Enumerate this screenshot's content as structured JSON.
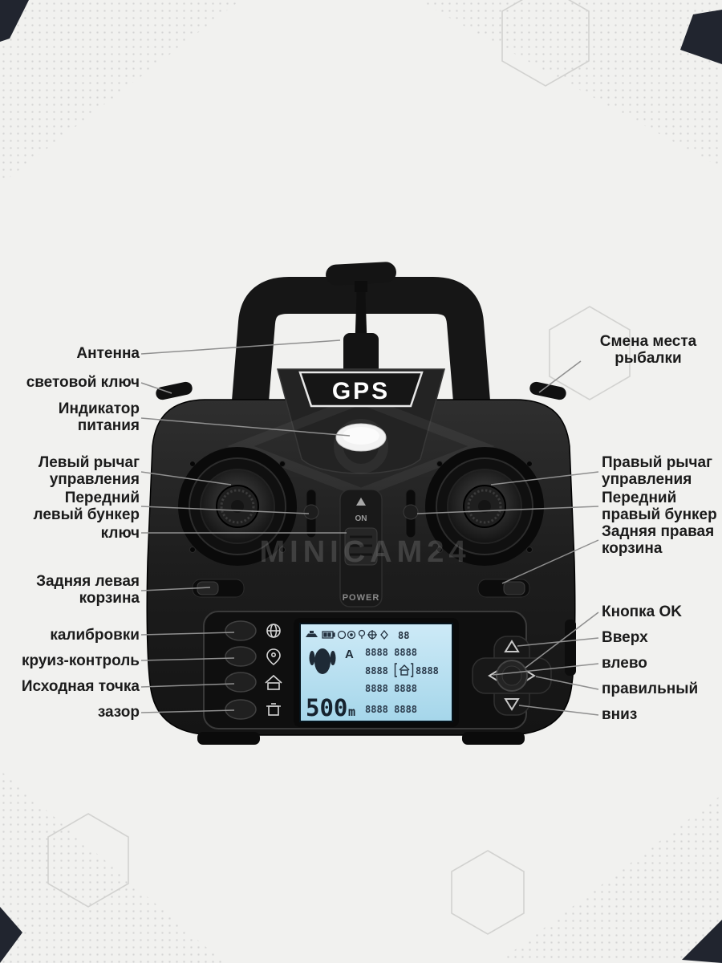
{
  "watermark": {
    "text": "MINICAM24"
  },
  "device": {
    "brand": "GPS",
    "switch_on": "ON",
    "switch_power": "POWER",
    "lcd": {
      "status_digits": "88",
      "mode": "A",
      "distance_value": "500",
      "distance_unit": "m",
      "seg_row1": "8888 8888",
      "seg_row2a": "8888",
      "seg_row2b": "8888",
      "seg_row3": "8888 8888",
      "seg_row4": "8888 8888"
    }
  },
  "labels": {
    "left": [
      {
        "id": "antenna",
        "text": "Антенна"
      },
      {
        "id": "light-key",
        "text": "световой ключ"
      },
      {
        "id": "power-indicator",
        "text": "Индикатор\nпитания"
      },
      {
        "id": "left-stick",
        "text": "Левый рычаг\nуправления"
      },
      {
        "id": "front-left-hopper",
        "text": "Передний\nлевый бункер"
      },
      {
        "id": "key",
        "text": "ключ"
      },
      {
        "id": "rear-left-basket",
        "text": "Задняя левая\nкорзина"
      },
      {
        "id": "calibration",
        "text": "калибровки"
      },
      {
        "id": "cruise-control",
        "text": "круиз-контроль"
      },
      {
        "id": "home-point",
        "text": "Исходная точка"
      },
      {
        "id": "gap",
        "text": "зазор"
      }
    ],
    "right": [
      {
        "id": "change-fishing-spot",
        "text": "Смена места\nрыбалки"
      },
      {
        "id": "right-stick",
        "text": "Правый рычаг\nуправления"
      },
      {
        "id": "front-right-hopper",
        "text": "Передний\nправый бункер"
      },
      {
        "id": "rear-right-basket",
        "text": "Задняя правая\nкорзина"
      },
      {
        "id": "ok-button",
        "text": "Кнопка OK"
      },
      {
        "id": "up",
        "text": "Вверх"
      },
      {
        "id": "left",
        "text": "влево"
      },
      {
        "id": "right",
        "text": "правильный"
      },
      {
        "id": "down",
        "text": "вниз"
      }
    ]
  }
}
